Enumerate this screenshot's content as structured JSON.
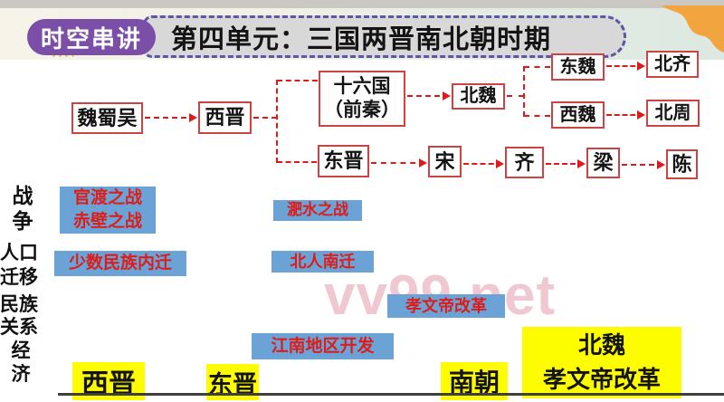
{
  "header": {
    "badge": "时空串讲",
    "title": "第四单元：三国两晋南北朝时期"
  },
  "flow": {
    "nodes": {
      "weishuwu": "魏蜀吴",
      "xijin": "西晋",
      "shiliuguo": "十六国\n（前秦）",
      "beiwei": "北魏",
      "dongwei": "东魏",
      "beiqi": "北齐",
      "xiwei": "西魏",
      "beizhou": "北周",
      "dongjin": "东晋",
      "song": "宋",
      "qi": "齐",
      "liang": "梁",
      "chen": "陈"
    }
  },
  "rows": {
    "war": "战\n争",
    "migration": "人口\n迁移",
    "ethnic": "民族\n关系",
    "economy": "经\n济"
  },
  "highlights": {
    "guandu_chibi": "官渡之战\n赤壁之战",
    "minority_inward": "少数民族内迁",
    "feishui": "淝水之战",
    "northerners_south": "北人南迁",
    "xiaowendi_reform": "孝文帝改革",
    "jiangnan_dev": "江南地区开发"
  },
  "periods": {
    "xijin": "西晋",
    "dongjin": "东晋",
    "nanchao": "南朝",
    "beiwei_reform": "北魏\n孝文帝改革"
  },
  "watermark": "vv99.net",
  "colors": {
    "arrow_red": "#e01a1a",
    "node_border_red": "#cc4343",
    "highlight_blue": "#6ba3d6",
    "highlight_text_red": "#dd1d1a",
    "period_yellow": "#fdfd00",
    "badge_purple": "#7b4fa7",
    "header_gray": "#d8d8d8",
    "header_dash_purple": "#5d55a5",
    "corner_orange": "#f2a43e"
  }
}
